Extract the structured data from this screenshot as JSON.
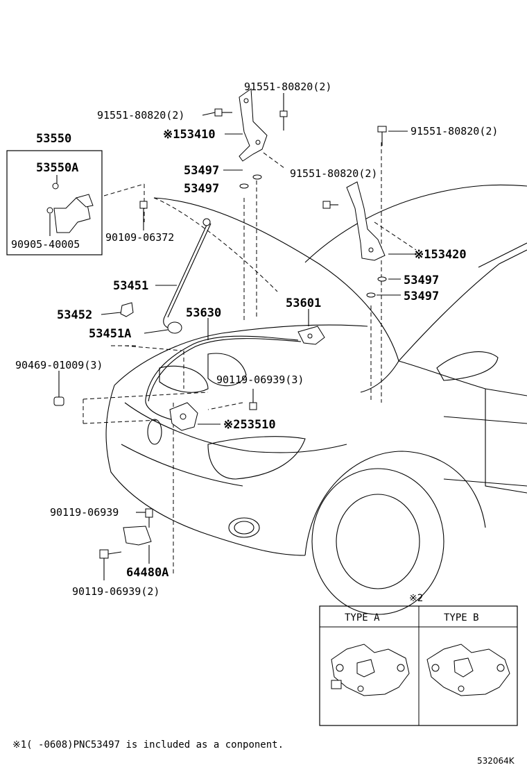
{
  "labels": {
    "l91551_top": "91551-80820(2)",
    "l91551_left": "91551-80820(2)",
    "l53410": "※153410",
    "l91551_right": "91551-80820(2)",
    "l53550": "53550",
    "l53550A": "53550A",
    "l91551_mid": "91551-80820(2)",
    "l53497_a": "53497",
    "l53497_b": "53497",
    "l90905": "90905-40005",
    "l90109": "90109-06372",
    "l53420": "※153420",
    "l53451": "53451",
    "l53497_c": "53497",
    "l53497_d": "53497",
    "l53452": "53452",
    "l53630": "53630",
    "l53601": "53601",
    "l53451A": "53451A",
    "l90469": "90469-01009(3)",
    "l90119_3": "90119-06939(3)",
    "l53510": "※253510",
    "l90119_single": "90119-06939",
    "l64480A": "64480A",
    "l90119_2": "90119-06939(2)"
  },
  "inset": {
    "marker": "※2",
    "type_a": "TYPE  A",
    "type_b": "TYPE  B"
  },
  "footnote": "※1(   -0608)PNC53497 is included as a conponent.",
  "figure_code": "532064K"
}
